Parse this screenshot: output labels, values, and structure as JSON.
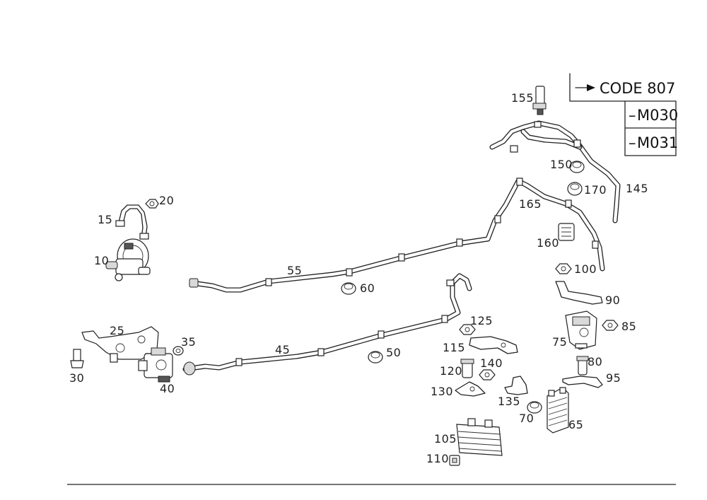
{
  "code_table": {
    "rows": [
      {
        "marker": "arrow",
        "text": "CODE 807"
      },
      {
        "marker": "dash",
        "text": "M030"
      },
      {
        "marker": "dash",
        "text": "M031"
      }
    ]
  },
  "parts": {
    "p10": "10",
    "p15": "15",
    "p20": "20",
    "p25": "25",
    "p30": "30",
    "p35": "35",
    "p40": "40",
    "p45": "45",
    "p50": "50",
    "p55": "55",
    "p60": "60",
    "p65": "65",
    "p70": "70",
    "p75": "75",
    "p80": "80",
    "p85": "85",
    "p90": "90",
    "p95": "95",
    "p100": "100",
    "p105": "105",
    "p110": "110",
    "p115": "115",
    "p120": "120",
    "p125": "125",
    "p130": "130",
    "p135": "135",
    "p140": "140",
    "p145": "145",
    "p150": "150",
    "p155": "155",
    "p160": "160",
    "p165": "165",
    "p170": "170"
  }
}
